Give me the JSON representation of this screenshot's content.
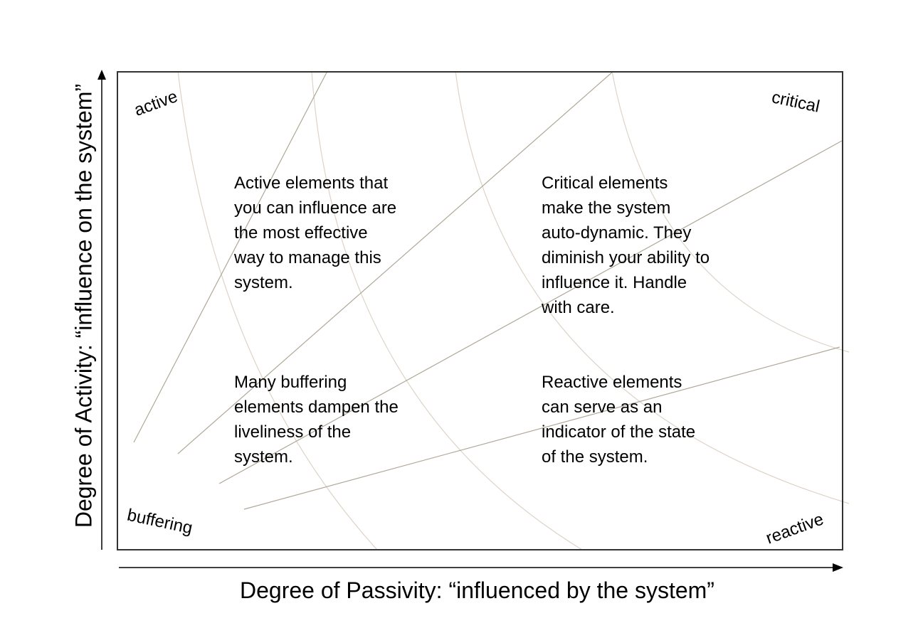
{
  "axes": {
    "y_label": "Degree of Activity: “influence on the system”",
    "x_label": "Degree of Passivity: “influenced by the system”"
  },
  "corners": {
    "top_left": "active",
    "top_right": "critical",
    "bottom_left": "buffering",
    "bottom_right": "reactive"
  },
  "quadrants": {
    "active": "Active elements that\nyou can influence are\nthe most effective\nway to manage this\nsystem.",
    "critical": "Critical elements\nmake the system\nauto-dynamic. They\ndiminish your ability to\ninfluence it. Handle\nwith care.",
    "buffering": "Many buffering\nelements dampen the\nliveliness of the\nsystem.",
    "reactive": "Reactive elements\ncan serve as an\nindicator of the state\nof the system."
  },
  "colors": {
    "frame": "#333333",
    "guide_line": "#b0a898",
    "arc": "#ddd3c8"
  }
}
